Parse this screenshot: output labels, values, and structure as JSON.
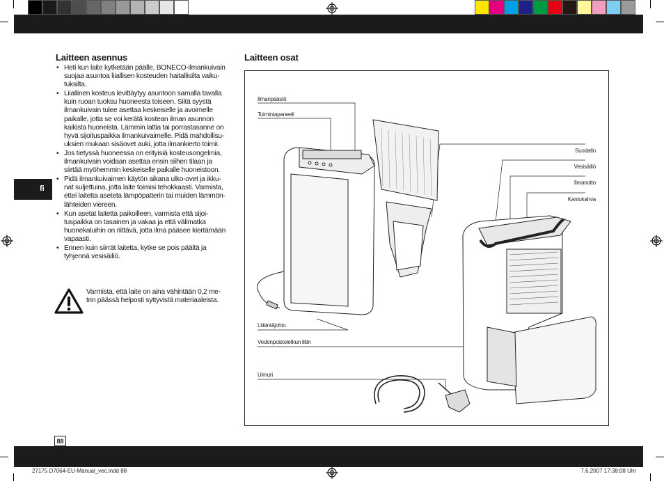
{
  "colors": {
    "band": "#1b1b1b",
    "grayscale": [
      "#000000",
      "#1a1a1a",
      "#333333",
      "#4d4d4d",
      "#666666",
      "#808080",
      "#999999",
      "#b3b3b3",
      "#cccccc",
      "#e6e6e6",
      "#ffffff"
    ],
    "process": [
      "#ffe600",
      "#e4007f",
      "#00a0e9",
      "#1d2088",
      "#009944",
      "#e60012",
      "#231815",
      "#fff799",
      "#f19ec2",
      "#7ecef4",
      "#9a9a9a"
    ]
  },
  "tab": {
    "label": "fi"
  },
  "left": {
    "heading": "Laitteen asennus",
    "bullets": [
      {
        "lines": [
          "Heti kun laite kytketään päälle, BONECO-ilmankuivain",
          "suojaa asuntoa liiallisen kosteuden haitallisilta vaiku-",
          "tuksilta."
        ]
      },
      {
        "lines": [
          "Liiallinen kosteus levittäytyy asuntoon samalla tavalla",
          "kuin ruoan tuoksu huoneesta toiseen. Siitä syystä",
          "ilmankuivain tulee asettaa keskeiselle ja avoimelle",
          "paikalle, jotta se voi kerätä kostean ilman asunnon",
          "kaikista huoneista. Lämmin lattia tai porrastasanne on",
          "hyvä sijoituspaikka ilmankuivaimelle. Pidä mahdollisu-",
          "uksien mukaan sisäovet auki, jotta ilmankierto toimii."
        ]
      },
      {
        "lines": [
          "Jos tietyssä huoneessa on erityisiä kosteusongelmia,",
          "ilmankuivain voidaan asettaa ensin siihen tilaan ja",
          "siirtää myöhemmin keskeiselle paikalle huoneistoon."
        ]
      },
      {
        "lines": [
          "Pidä ilmankuivaimen käytön aikana ulko-ovet ja ikku-",
          "nat suljettuina, jotta laite toimisi tehokkaasti. Varmista,",
          "ettei laitetta aseteta lämpöpatterin tai muiden lämmön-",
          "lähteiden viereen."
        ]
      },
      {
        "lines": [
          "Kun asetat laitetta paikoilleen, varmista että sijoi-",
          "tuspaikka on tasainen ja vakaa ja että välimatka",
          "huonekaluihin on riittävä, jotta ilma pääsee kiertämään",
          "vapaasti."
        ]
      },
      {
        "lines": [
          "Ennen kuin siirrät laitetta, kytke se pois päältä ja",
          "tyhjennä vesisäiliö."
        ]
      }
    ],
    "warning": {
      "lines": [
        "Varmista, että laite on aina vähintään 0,2 me-",
        "trin päässä helposti syttyvistä materiaaleista."
      ],
      "icon": "warning-triangle-icon"
    }
  },
  "right": {
    "heading": "Laitteen osat",
    "labels_left": [
      "Ilmanpäästö",
      "Toimintapaneeli",
      "Liitäntäjohto",
      "Vedenpoistoletkun liitin",
      "Uimuri"
    ],
    "labels_right": [
      "Suodatin",
      "Vesisäiliö",
      "Ilmanotto",
      "Kantokahva"
    ]
  },
  "page_number": "88",
  "footer": {
    "left": "27175 D7064-EU-Manual_vec.indd   88",
    "right": "7.6.2007   17:38:08 Uhr"
  }
}
